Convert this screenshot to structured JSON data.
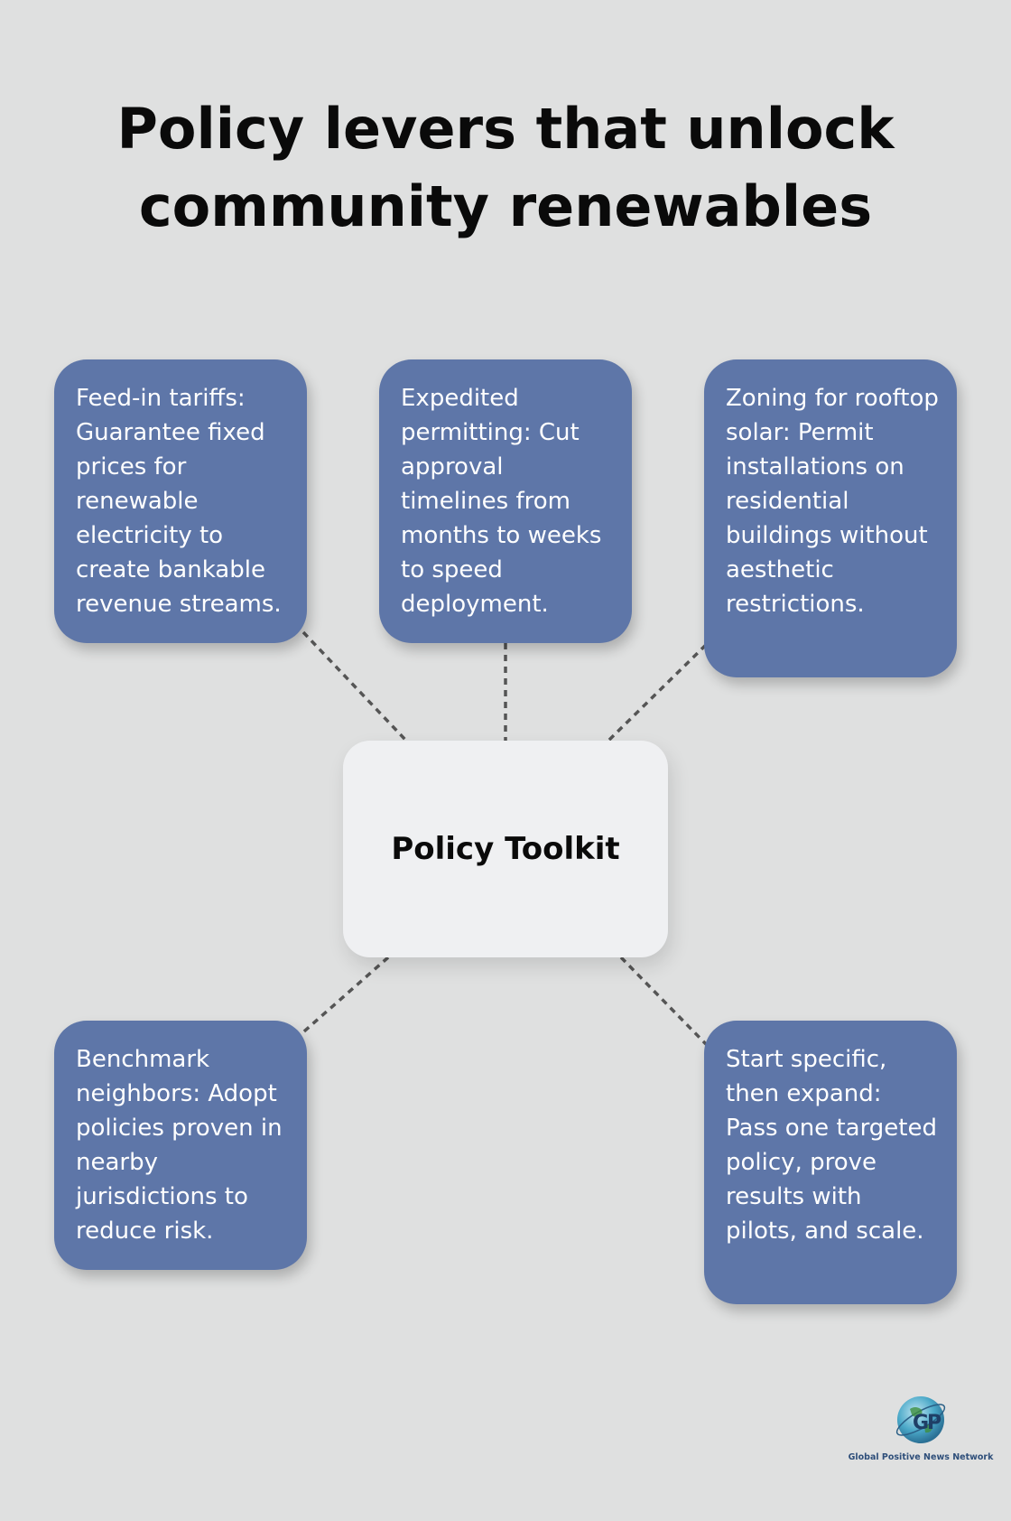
{
  "title": {
    "line1": "Policy levers that unlock",
    "line2": "community renewables"
  },
  "center": {
    "label": "Policy Toolkit"
  },
  "nodes": [
    {
      "id": "feed-in-tariffs",
      "text": "Feed-in tariffs: Guarantee fixed prices for renewable electricity to create bankable revenue streams."
    },
    {
      "id": "expedited-permitting",
      "text": "Expedited permitting: Cut approval timelines from months to weeks to speed deployment."
    },
    {
      "id": "zoning-rooftop-solar",
      "text": "Zoning for rooftop solar: Permit installations on residential buildings without aesthetic restrictions."
    },
    {
      "id": "benchmark-neighbors",
      "text": "Benchmark neighbors: Adopt policies proven in nearby jurisdictions to reduce risk."
    },
    {
      "id": "start-specific",
      "text": "Start specific, then expand: Pass one targeted policy, prove results with pilots, and scale."
    }
  ],
  "logo": {
    "caption": "Global Positive News Network"
  },
  "colors": {
    "background": "#dfe0e0",
    "node": "#5e76a8",
    "center": "#eff0f2",
    "connector": "#555555"
  }
}
